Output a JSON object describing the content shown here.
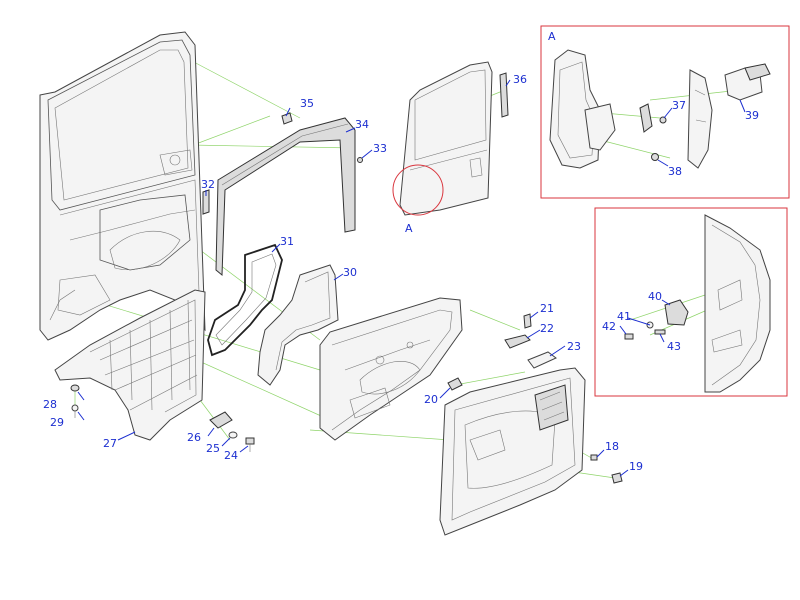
{
  "labels": {
    "p18": "18",
    "p19": "19",
    "p20": "20",
    "p21": "21",
    "p22": "22",
    "p23": "23",
    "p24": "24",
    "p25": "25",
    "p26": "26",
    "p27": "27",
    "p28": "28",
    "p29": "29",
    "p30": "30",
    "p31": "31",
    "p32": "32",
    "p33": "33",
    "p34": "34",
    "p35": "35",
    "p36": "36",
    "p37": "37",
    "p38": "38",
    "p39": "39",
    "p40": "40",
    "p41": "41",
    "p42": "42",
    "p43": "43"
  },
  "detail_letter": "A",
  "colors": {
    "callout": "#1c2fd0",
    "leader": "#8fd46a",
    "detail_frame": "#d9363e",
    "outline": "#444444"
  }
}
